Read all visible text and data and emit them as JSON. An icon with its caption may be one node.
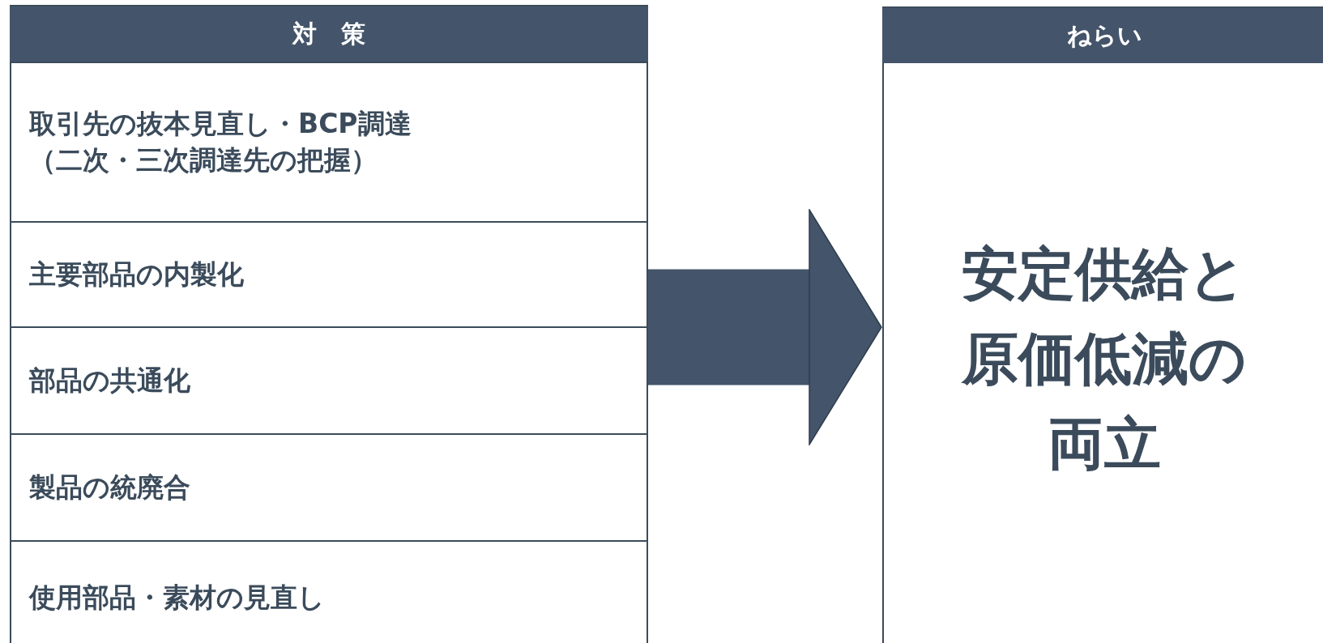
{
  "diagram": {
    "nodes": [
      {
        "text": [
          "対　策"
        ]
      },
      {
        "text": [
          "取引先の抜本見直し・BCP調達（二次・三次調達先の把握）"
        ],
        "in": 0
      },
      {
        "text": [
          "主要部品の内製化"
        ],
        "in": 0
      },
      {
        "text": [
          "部品の共通化"
        ],
        "in": 0
      },
      {
        "text": [
          "製品の統廃合"
        ],
        "in": 0
      },
      {
        "text": [
          "使用部品・素材の見直し"
        ],
        "in": 0
      },
      {
        "text": [
          "ねらい",
          "安定供給と原価低減の両立"
        ]
      }
    ],
    "edges": [
      {
        "from": 0,
        "to": 6,
        "arrow": "to"
      }
    ]
  }
}
